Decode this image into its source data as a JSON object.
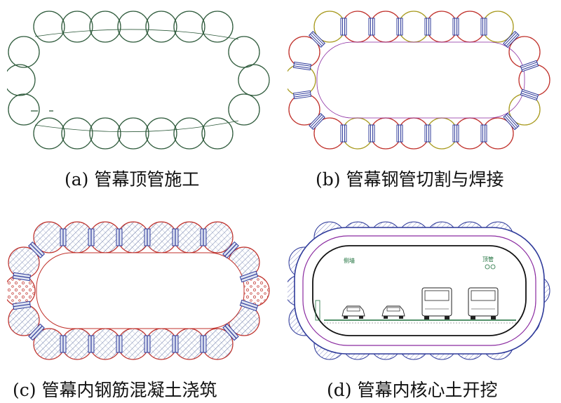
{
  "captions": {
    "a": "(a) 管幕顶管施工",
    "b": "(b) 管幕钢管切割与焊接",
    "c": "(c) 管幕内钢筋混凝土浇筑",
    "d": "(d) 管幕内核心土开挖"
  },
  "panel_d": {
    "label_left": "侧墙",
    "label_right": "顶管"
  },
  "colors": {
    "pipe_green": "#2f5b3c",
    "pipe_red": "#c0312b",
    "pipe_yellow": "#a89a1e",
    "pipe_blue": "#2e3a9a",
    "inner_magenta": "#8a2aa0",
    "hatch_blue": "#3a4e8c"
  }
}
